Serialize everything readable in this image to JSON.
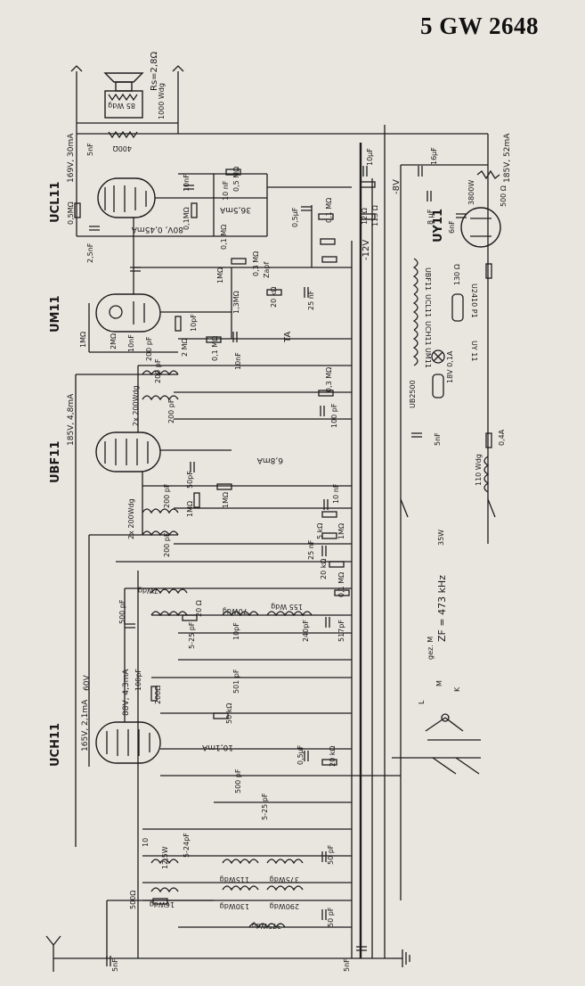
{
  "title": "5 GW 2648",
  "tubes": [
    {
      "name": "UCL11",
      "volt": "169V, 30mA"
    },
    {
      "name": "UM11",
      "volt": ""
    },
    {
      "name": "UBF11",
      "volt": "185V, 4,8mA"
    },
    {
      "name": "UCH11",
      "volt": "165V, 2,1mA"
    },
    {
      "name": "UY11",
      "volt": ""
    }
  ],
  "rail_labels": {
    "minus8": "-8V",
    "minus12": "-12V",
    "v80": "80V, 0,45mA",
    "v60": "60V",
    "v88": "88V, 4,3mA",
    "i365": "36,5mA",
    "i68": "6,8mA",
    "i101": "10,1mA",
    "psu": "185V, 52mA"
  },
  "speaker": {
    "rs": "Rs=2,8Ω",
    "w1": "85 Wdg",
    "w2": "1000 Wdg",
    "r": "400Ω"
  },
  "components": {
    "c1": "5nF",
    "r1": "0,5MΩ",
    "c2": "2,5nF",
    "c3": "10nF",
    "r2": "0,1MΩ",
    "r3": "0,5 MΩ",
    "c4": "10 nF",
    "c5": "0,5µF",
    "r4": "0,1 MΩ",
    "r5": "0,1 MΩ",
    "r6": "1MΩ",
    "r7": "1,3MΩ",
    "r8": "0,3 MΩ",
    "zapf": "Zapf",
    "r9": "20 kΩ",
    "c6": "25 nF",
    "c7": "10pF",
    "c8": "10nF",
    "r10": "1MΩ",
    "r11": "2MΩ",
    "c9": "10nF",
    "c10": "200 pF",
    "r12": "2 MΩ",
    "r13": "0,1 MΩ",
    "c11": "10nF",
    "ta": "TA",
    "w3": "2x 200Wdg",
    "c12": "200 pF",
    "c13": "200 pF",
    "r14": "0,3 MΩ",
    "c15": "100 pF",
    "c16": "50pF",
    "r15": "1MΩ",
    "r16": "1MΩ",
    "w4": "2x 200Wdg",
    "c17": "200 pF",
    "c18": "200 pF",
    "c19": "10 nF",
    "r17": "5 kΩ",
    "r18": "1MΩ",
    "c20": "25 nF",
    "r19": "20 kΩ",
    "w5": "7Wdg",
    "c21": "500 pF",
    "w6": "70Wdg",
    "w7": "155 Wdg",
    "r20": "0,1 MΩ",
    "r21": "20 Ω",
    "c22": "5-25 pF",
    "c23": "10pF",
    "c24": "240pF",
    "c25": "517pF",
    "c26": "100pF",
    "r22": "200Ω",
    "c27": "501 pF",
    "r23": "50 kΩ",
    "c28": "0,5µF",
    "r24": "20 kΩ",
    "c29": "500 pF",
    "c30": "5-25 pF",
    "w8": "10",
    "w9": "12,5W",
    "c31": "5-24pF",
    "w10": "115Wdg",
    "w11": "375Wdg",
    "c32": "50 pF",
    "w12": "16Wdg",
    "w13": "130Wdg",
    "w14": "290Wdg",
    "r25": "500Ω",
    "w15": "375Wdg",
    "c33": "50 pF",
    "c34": "5nF",
    "c35": "5nF",
    "c36": "10µF",
    "c37": "16µF",
    "r26": "12 Ω",
    "r27": "113 Ω",
    "c38": "8 µF",
    "c39": "6nF",
    "r28": "3800W",
    "r29": "500 Ω",
    "r30": "130 Ω"
  },
  "psu": {
    "filaments": [
      "UBF11",
      "UCL11",
      "UCH11",
      "UM11"
    ],
    "dial": "UB2500",
    "lamp": "18V 0,1A",
    "u24": "U2410 P1",
    "uy": "UY 11",
    "c": "5nF",
    "fuse": "0,4A",
    "choke": "110 Wdg",
    "sw": "35W"
  },
  "band": {
    "zf": "ZF = 473 kHz",
    "gez": "gez. M",
    "m": "M",
    "l": "L",
    "k": "K"
  }
}
